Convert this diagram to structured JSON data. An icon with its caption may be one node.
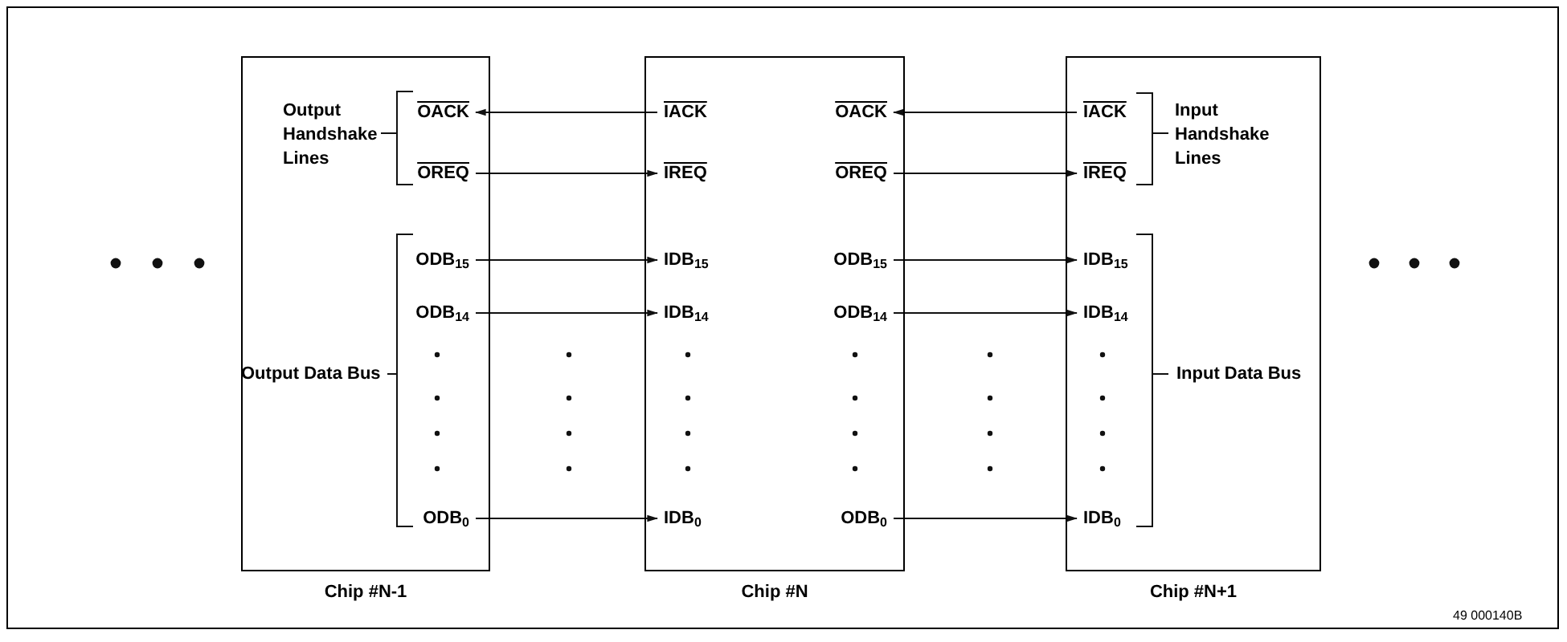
{
  "diagram": {
    "nodes": [
      {
        "text": [],
        "shape": "box",
        "beside": [
          "Chip #N-1"
        ]
      },
      {
        "text": [
          "OACK"
        ],
        "in": 0
      },
      {
        "text": [
          "OREQ"
        ],
        "in": 0
      },
      {
        "text": [
          "ODB$_{15}$"
        ],
        "in": 0
      },
      {
        "text": [
          "ODB$_{14}$"
        ],
        "in": 0
      },
      {
        "text": [
          "ODB$_{0}$"
        ],
        "in": 0
      },
      {
        "text": [],
        "shape": "box",
        "beside": [
          "Chip #N"
        ]
      },
      {
        "text": [
          "IACK"
        ],
        "in": 6
      },
      {
        "text": [
          "IREQ"
        ],
        "in": 6
      },
      {
        "text": [
          "IDB$_{15}$"
        ],
        "in": 6
      },
      {
        "text": [
          "IDB$_{14}$"
        ],
        "in": 6
      },
      {
        "text": [
          "IDB$_{0}$"
        ],
        "in": 6
      },
      {
        "text": [
          "OACK"
        ],
        "in": 6
      },
      {
        "text": [
          "OREQ"
        ],
        "in": 6
      },
      {
        "text": [
          "ODB$_{15}$"
        ],
        "in": 6
      },
      {
        "text": [
          "ODB$_{14}$"
        ],
        "in": 6
      },
      {
        "text": [
          "ODB$_{0}$"
        ],
        "in": 6
      },
      {
        "text": [],
        "shape": "box",
        "beside": [
          "Chip #N+1"
        ]
      },
      {
        "text": [
          "IACK"
        ],
        "in": 17
      },
      {
        "text": [
          "IREQ"
        ],
        "in": 17
      },
      {
        "text": [
          "IDB$_{15}$"
        ],
        "in": 17
      },
      {
        "text": [
          "IDB$_{14}$"
        ],
        "in": 17
      },
      {
        "text": [
          "IDB$_{0}$"
        ],
        "in": 17
      }
    ],
    "edges": [
      {
        "from": 7,
        "to": 1,
        "arrow": "to"
      },
      {
        "from": 2,
        "to": 8,
        "arrow": "to"
      },
      {
        "from": 3,
        "to": 9,
        "arrow": "to"
      },
      {
        "from": 4,
        "to": 10,
        "arrow": "to"
      },
      {
        "from": 5,
        "to": 11,
        "arrow": "to"
      },
      {
        "from": 18,
        "to": 12,
        "arrow": "to"
      },
      {
        "from": 13,
        "to": 19,
        "arrow": "to"
      },
      {
        "from": 14,
        "to": 20,
        "arrow": "to"
      },
      {
        "from": 15,
        "to": 21,
        "arrow": "to"
      },
      {
        "from": 16,
        "to": 22,
        "arrow": "to"
      }
    ],
    "labels": [
      "Output Handshake Lines",
      "Output Data Bus",
      "Input Handshake Lines",
      "Input Data Bus",
      "49 000140B"
    ]
  }
}
